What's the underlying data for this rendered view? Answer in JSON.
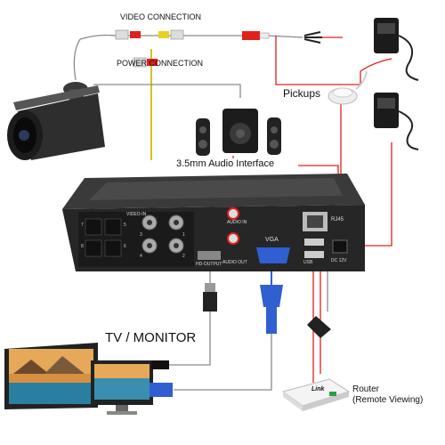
{
  "labels": {
    "video_connection": "VIDEO CONNECTION",
    "power_connection": "POWER CONNECTION",
    "pickups": "Pickups",
    "audio_interface": "3.5mm Audio Interface",
    "tv_monitor": "TV / MONITOR",
    "router_line1": "Router",
    "router_line2": "(Remote Viewing)",
    "router_brand": "Link"
  },
  "dvr_labels": {
    "video_in": "VIDEO-IN",
    "audio_in": "AUDIO IN",
    "audio_out": "AUDIO OUT",
    "hd_output": "HD-OUTPUT",
    "vga": "VGA",
    "rj45": "RJ45",
    "usb": "USB",
    "dc": "DC 12V",
    "port_numbers": [
      "7",
      "5",
      "8",
      "6",
      "3",
      "1",
      "4",
      "2"
    ]
  },
  "colors": {
    "wire_red": "#e0201b",
    "wire_gray": "#8a8a8a",
    "dvr_body": "#2b2b2b",
    "vga_blue": "#2f5fd0"
  },
  "icons": [
    "camera-icon",
    "power-adapter-icon",
    "speaker-icon",
    "microphone-icon",
    "dvr-icon",
    "monitor-icon",
    "router-icon",
    "usb-mouse-icon",
    "vga-plug-icon",
    "hdmi-plug-icon"
  ]
}
